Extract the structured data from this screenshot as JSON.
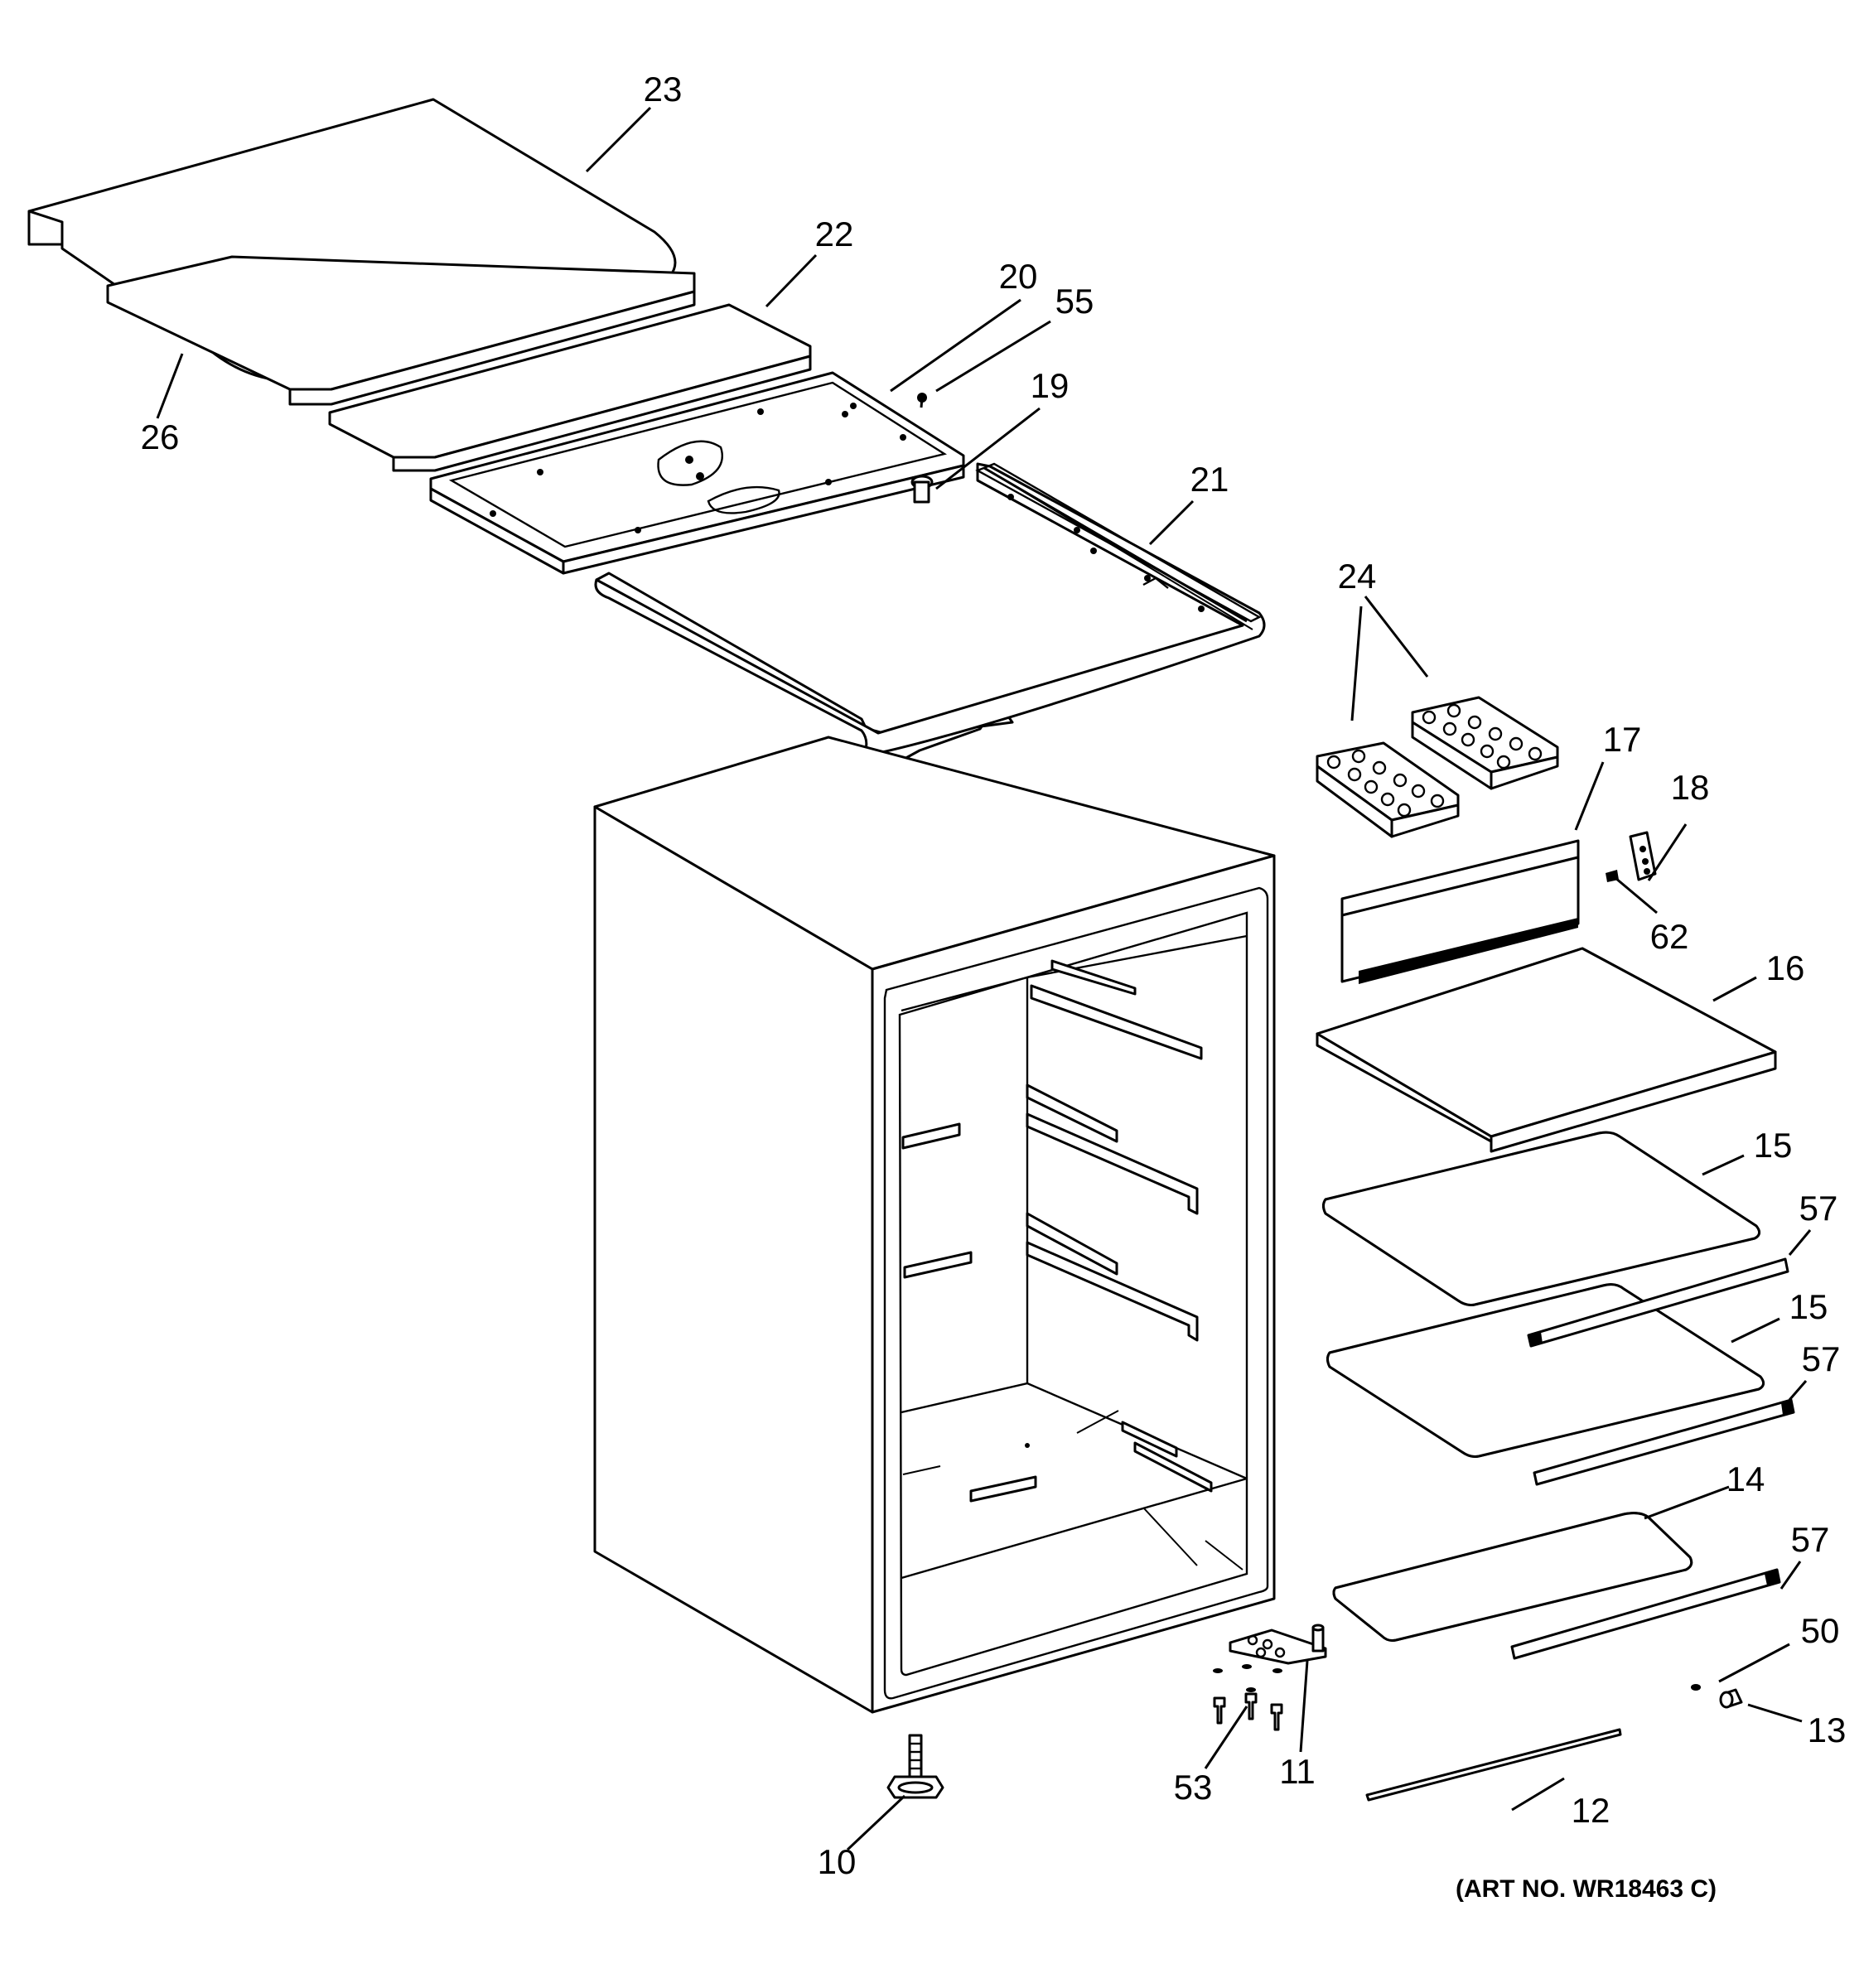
{
  "art_number": "(ART NO. WR18463 C)",
  "callouts": {
    "c10": "10",
    "c11": "11",
    "c12": "12",
    "c13": "13",
    "c14": "14",
    "c15a": "15",
    "c15b": "15",
    "c16": "16",
    "c17": "17",
    "c18": "18",
    "c19": "19",
    "c20": "20",
    "c21": "21",
    "c22": "22",
    "c23": "23",
    "c24": "24",
    "c26": "26",
    "c50": "50",
    "c53": "53",
    "c55": "55",
    "c57a": "57",
    "c57b": "57",
    "c57c": "57",
    "c62": "62"
  }
}
